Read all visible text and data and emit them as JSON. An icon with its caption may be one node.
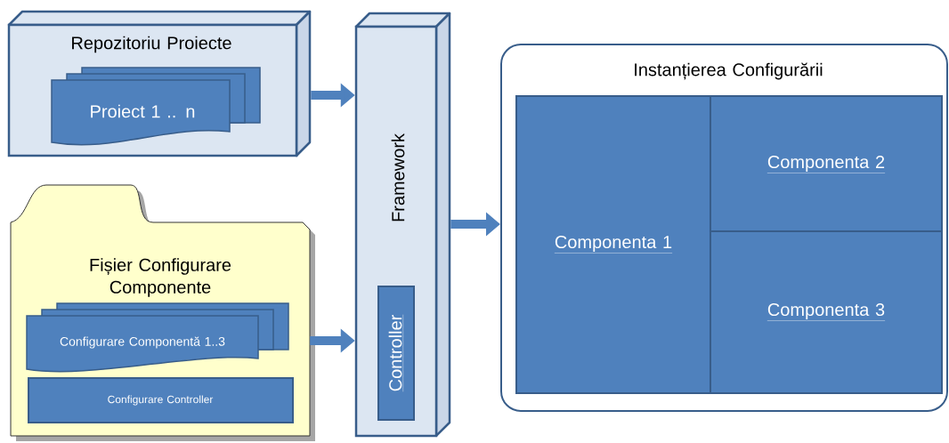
{
  "diagram": {
    "nodes": [
      {
        "text": [
          "Repozitoriu Proiecte"
        ]
      },
      {
        "text": [
          "Proiect 1 .. n"
        ],
        "in": 0
      },
      {
        "text": [
          "Fișier Configurare Componente"
        ]
      },
      {
        "text": [
          "Configurare Componentă 1..3"
        ],
        "in": 2
      },
      {
        "text": [
          "Configurare Controller"
        ],
        "in": 2
      },
      {
        "text": [
          "Framework"
        ]
      },
      {
        "text": [
          "Controller"
        ],
        "in": 5
      },
      {
        "text": [
          "Instanțierea Configurării"
        ]
      },
      {
        "text": [
          "Componenta 1"
        ],
        "in": 7
      },
      {
        "text": [
          "Componenta 2"
        ],
        "in": 7
      },
      {
        "text": [
          "Componenta 3"
        ],
        "in": 7
      }
    ],
    "edges": [
      {
        "from": 0,
        "to": 5,
        "arrow": "to"
      },
      {
        "from": 2,
        "to": 5,
        "arrow": "to"
      },
      {
        "from": 5,
        "to": 7,
        "arrow": "to"
      }
    ]
  }
}
